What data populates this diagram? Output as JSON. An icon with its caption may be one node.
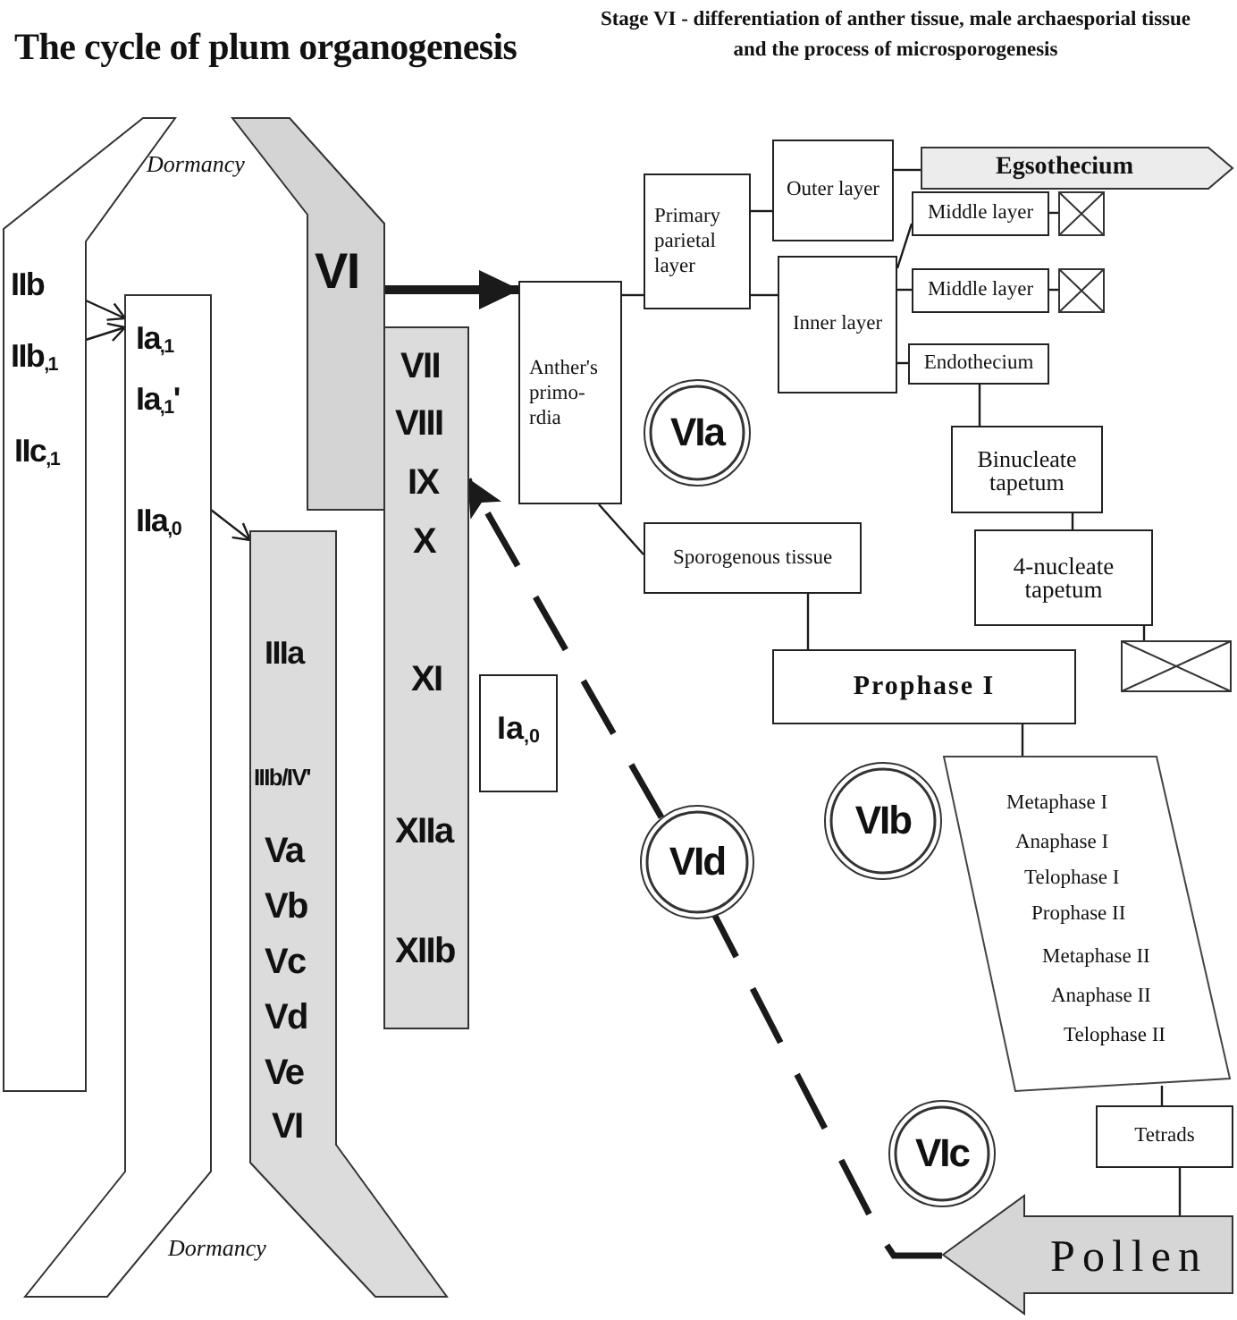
{
  "diagram": {
    "title": "The cycle of plum organogenesis",
    "nodes": [
      {
        "text": [
          "IIb",
          "IIb$_{,1}$",
          "IIc$_{,1}$"
        ]
      },
      {
        "text": [
          "Ia$_{,1}$",
          "Ia$_{,1}$'",
          "IIa$_{,0}$"
        ]
      },
      {
        "text": [
          "IIIa",
          "IIIb/IV'",
          "Va",
          "Vb",
          "Vc",
          "Vd",
          "Ve",
          "VI"
        ]
      },
      {
        "text": [
          "VI"
        ]
      },
      {
        "text": [
          "VII",
          "VIII",
          "IX",
          "X",
          "XI",
          "XIIa",
          "XIIb"
        ]
      },
      {
        "text": [
          "Ia$_{,0}$"
        ]
      },
      {
        "text": [
          "Anther's primo- rdia"
        ]
      },
      {
        "text": [
          "Primary parietal layer"
        ]
      },
      {
        "text": [
          "Outer layer"
        ]
      },
      {
        "text": [
          "Inner layer"
        ]
      },
      {
        "text": [
          "Egsothecium"
        ]
      },
      {
        "text": [
          "Middle layer"
        ]
      },
      {
        "text": [],
        "shape": "box"
      },
      {
        "text": [
          "Middle layer"
        ]
      },
      {
        "text": [],
        "shape": "box"
      },
      {
        "text": [
          "Endothecium"
        ]
      },
      {
        "text": [
          "Binucleate tapetum"
        ]
      },
      {
        "text": [
          "4-nucleate tapetum"
        ]
      },
      {
        "text": [],
        "shape": "box"
      },
      {
        "text": [
          "VIa"
        ]
      },
      {
        "text": [
          "Sporogenous tissue"
        ]
      },
      {
        "text": [
          "Prophase I"
        ]
      },
      {
        "text": [
          "VIb"
        ]
      },
      {
        "text": [
          "Metaphase I",
          "Anaphase I",
          "Telophase I",
          "Prophase II",
          "Metaphase II",
          "Anaphase II",
          "Telophase II"
        ]
      },
      {
        "text": [
          "VId"
        ]
      },
      {
        "text": [
          "Tetrads"
        ]
      },
      {
        "text": [
          "VIc"
        ]
      },
      {
        "text": [
          "Pollen"
        ]
      }
    ],
    "edges": [
      {
        "from": 0,
        "to": 1,
        "arrow": "to"
      },
      {
        "from": 0,
        "to": 1,
        "arrow": "to"
      },
      {
        "from": 1,
        "to": 2,
        "arrow": "to"
      },
      {
        "from": 3,
        "to": 6,
        "arrow": "to",
        "style": "thick"
      },
      {
        "from": 6,
        "to": 7,
        "arrow": "none"
      },
      {
        "from": 6,
        "to": 20,
        "arrow": "none"
      },
      {
        "from": 7,
        "to": 8,
        "arrow": "none"
      },
      {
        "from": 7,
        "to": 9,
        "arrow": "none"
      },
      {
        "from": 8,
        "to": 10,
        "arrow": "none"
      },
      {
        "from": 9,
        "to": 11,
        "arrow": "none"
      },
      {
        "from": 9,
        "to": 13,
        "arrow": "none"
      },
      {
        "from": 9,
        "to": 15,
        "arrow": "none"
      },
      {
        "from": 11,
        "to": 12,
        "arrow": "none"
      },
      {
        "from": 13,
        "to": 14,
        "arrow": "none"
      },
      {
        "from": 15,
        "to": 16,
        "arrow": "none"
      },
      {
        "from": 16,
        "to": 17,
        "arrow": "none"
      },
      {
        "from": 17,
        "to": 18,
        "arrow": "none"
      },
      {
        "from": 20,
        "to": 21,
        "arrow": "none"
      },
      {
        "from": 21,
        "to": 23,
        "arrow": "none"
      },
      {
        "from": 23,
        "to": 25,
        "arrow": "none"
      },
      {
        "from": 25,
        "to": 27,
        "arrow": "none"
      },
      {
        "from": 27,
        "to": 24,
        "arrow": "none",
        "style": "dashed"
      },
      {
        "from": 24,
        "to": 4,
        "arrow": "to",
        "style": "dashed"
      }
    ],
    "labels": [
      "Dormancy",
      "Dormancy",
      "Stage VI - differentiation of anther tissue, male archaesporial tissue and the process of microsporogenesis"
    ]
  }
}
